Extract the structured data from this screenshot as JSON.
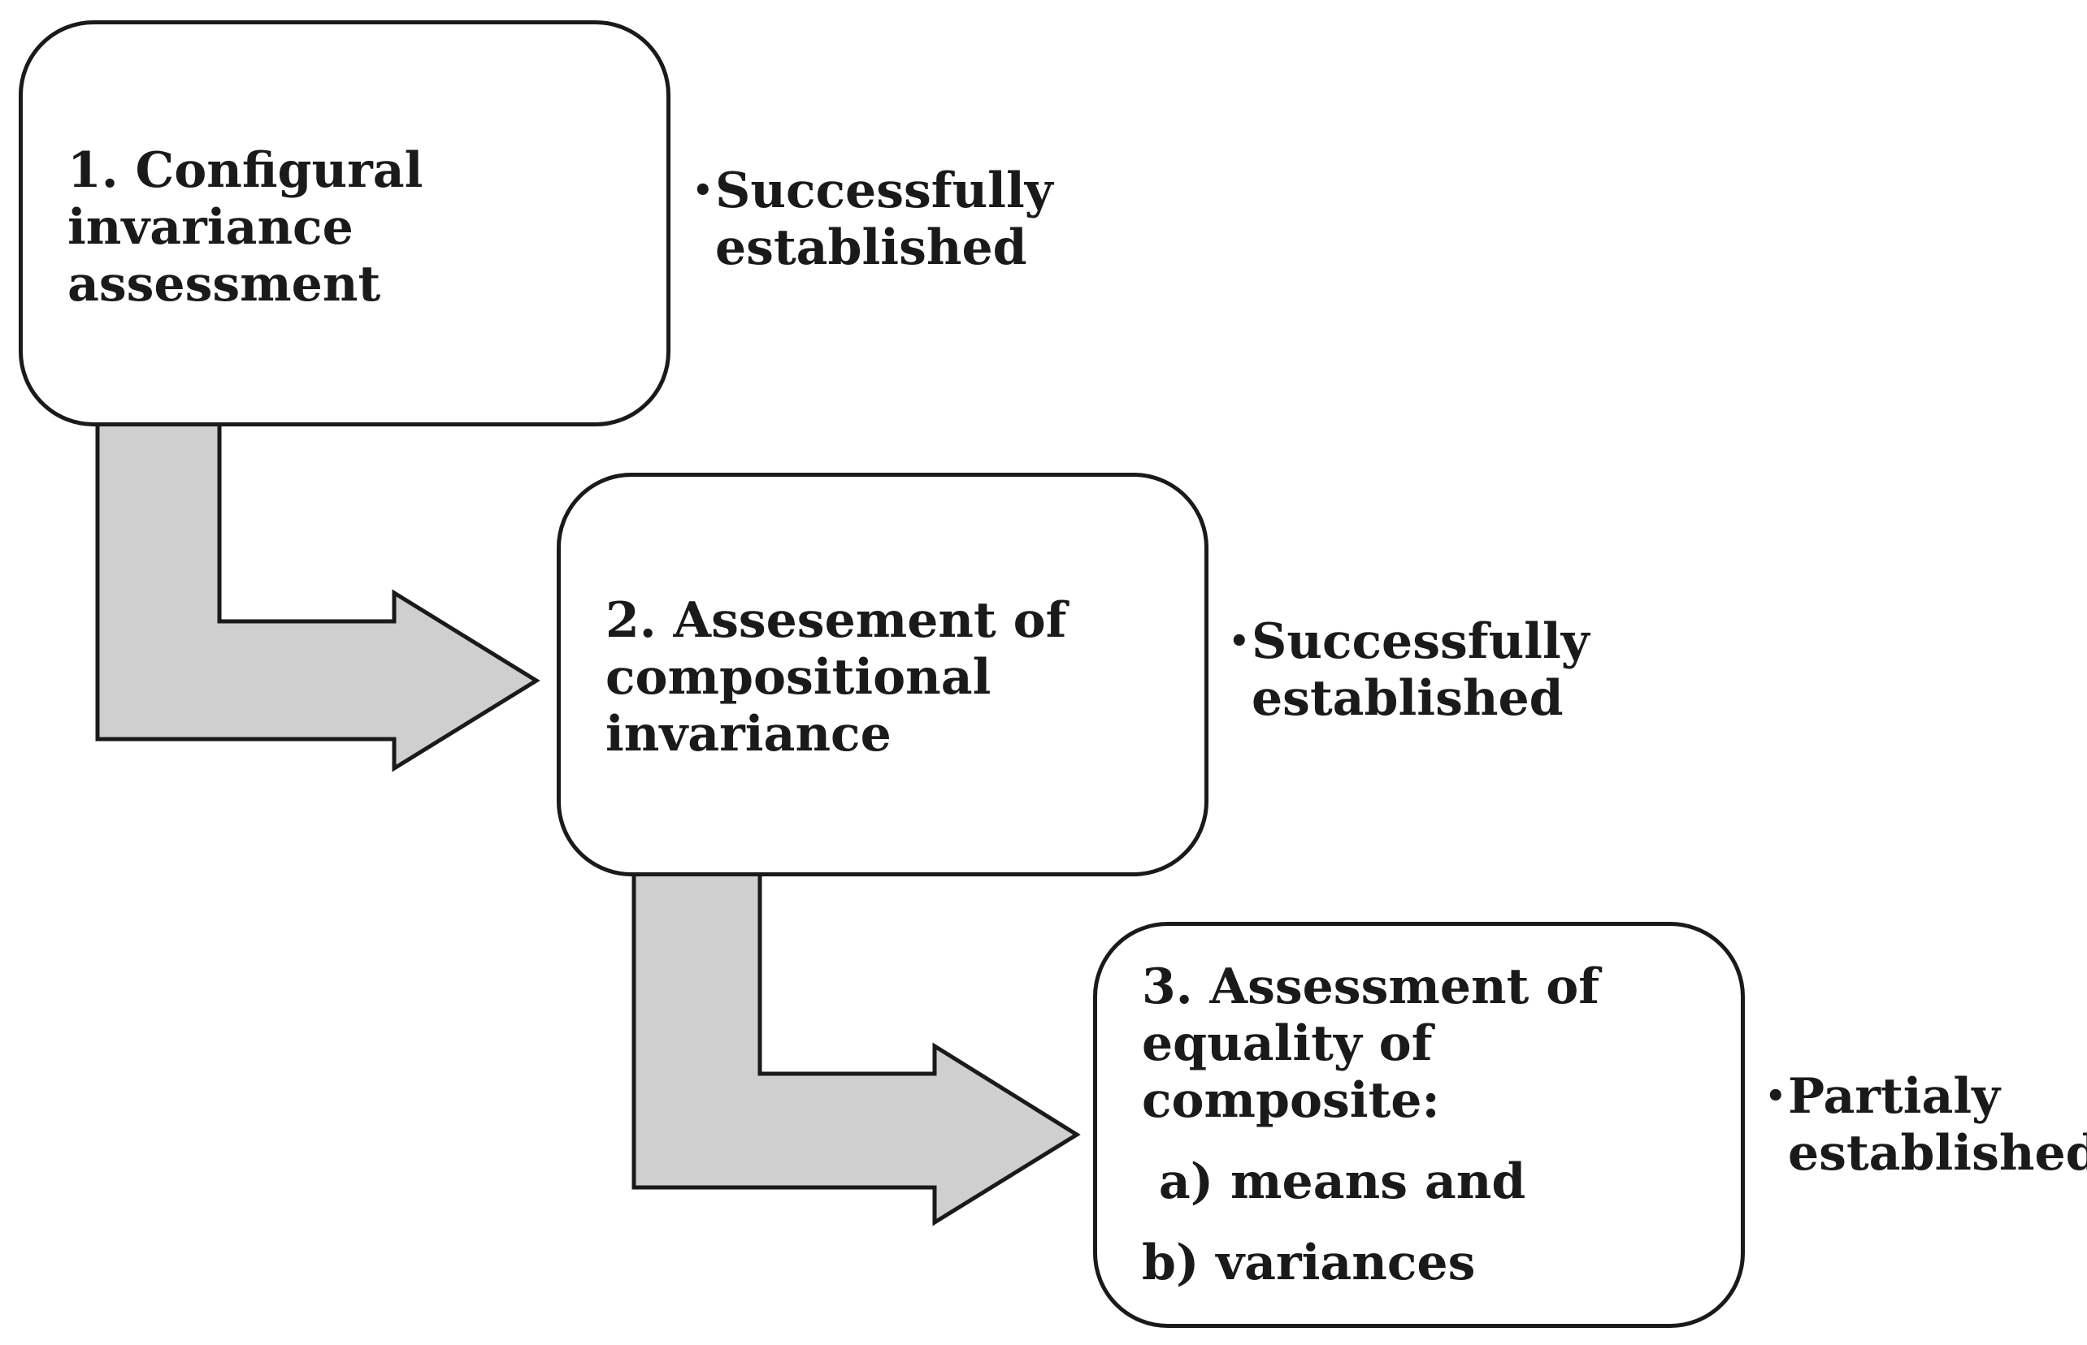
{
  "steps": [
    {
      "title_lines": [
        "1. Configural",
        "invariance",
        "assessment"
      ],
      "result_lines": [
        "Successfully",
        "established"
      ]
    },
    {
      "title_lines": [
        "2. Assesement of",
        "compositional",
        "invariance"
      ],
      "result_lines": [
        "Successfully",
        "established"
      ]
    },
    {
      "title_lines": [
        "3. Assessment of",
        "equality of",
        "composite:"
      ],
      "sub_items": [
        " a) means and",
        "b) variances"
      ],
      "result_lines": [
        "Partialy",
        "established"
      ]
    }
  ],
  "bullet_glyph": "•",
  "colors": {
    "arrow_fill": "#cfcfcf",
    "stroke": "#1a1a1a"
  }
}
